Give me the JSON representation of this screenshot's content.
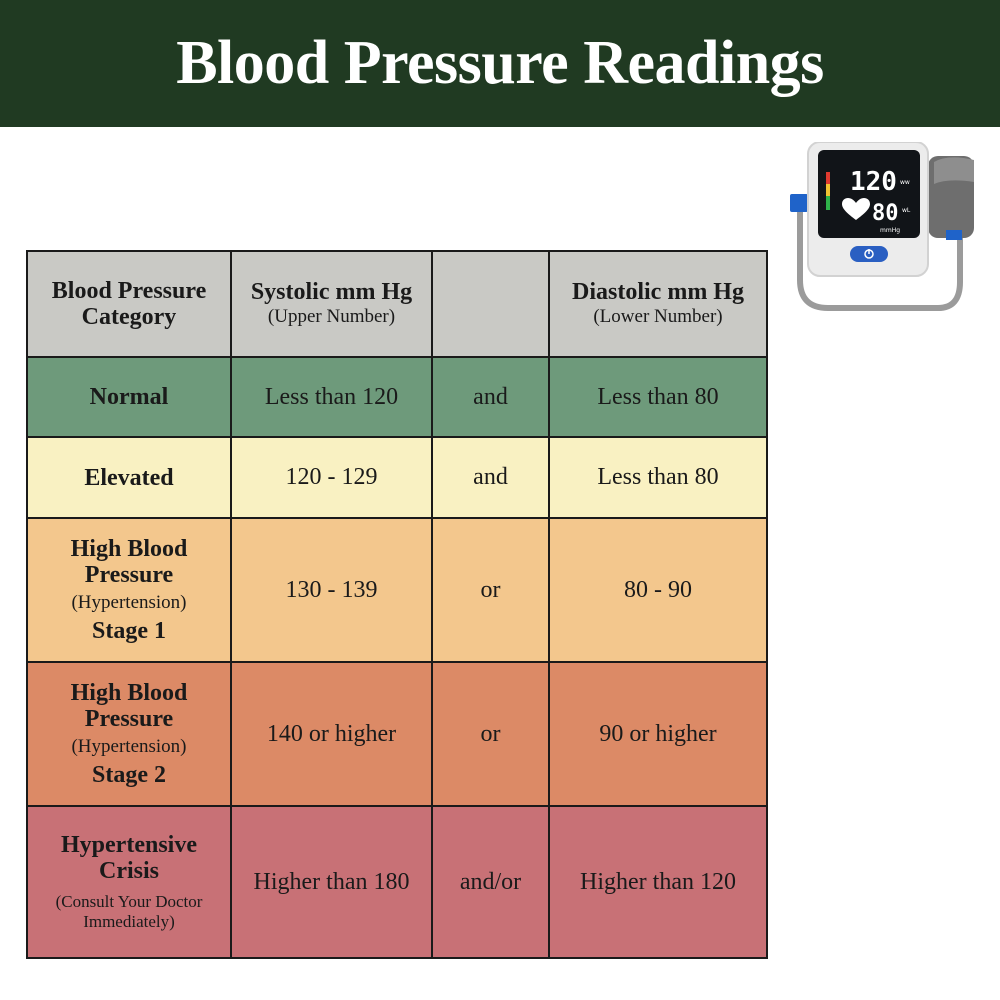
{
  "title": "Blood Pressure Readings",
  "table": {
    "headers": [
      {
        "main": "Blood Pressure Category",
        "sub": ""
      },
      {
        "main": "Systolic mm Hg",
        "sub": "(Upper Number)"
      },
      {
        "main": "",
        "sub": ""
      },
      {
        "main": "Diastolic mm Hg",
        "sub": "(Lower Number)"
      }
    ],
    "rows": [
      {
        "category": "Normal",
        "category_sub": "",
        "category_stage": "",
        "systolic": "Less than 120",
        "connector": "and",
        "diastolic": "Less than 80",
        "color": "#6e9a7b"
      },
      {
        "category": "Elevated",
        "category_sub": "",
        "category_stage": "",
        "systolic": "120 - 129",
        "connector": "and",
        "diastolic": "Less than 80",
        "color": "#f9f1c2"
      },
      {
        "category": "High Blood Pressure",
        "category_sub": "(Hypertension)",
        "category_stage": "Stage 1",
        "systolic": "130 - 139",
        "connector": "or",
        "diastolic": "80 - 90",
        "color": "#f3c78d"
      },
      {
        "category": "High Blood Pressure",
        "category_sub": "(Hypertension)",
        "category_stage": "Stage 2",
        "systolic": "140 or higher",
        "connector": "or",
        "diastolic": "90 or higher",
        "color": "#dc8a66"
      },
      {
        "category": "Hypertensive Crisis",
        "category_sub": "(Consult Your Doctor Immediately)",
        "category_stage": "",
        "systolic": "Higher than 180",
        "connector": "and/or",
        "diastolic": "Higher than 120",
        "color": "#c87176"
      }
    ]
  },
  "monitor": {
    "icon": "blood-pressure-monitor-icon",
    "systolic_display": "120",
    "diastolic_display": "80",
    "unit_display": "mmHg",
    "systolic_marker": "ww",
    "diastolic_marker": "wL"
  },
  "colors": {
    "banner": "#203a22",
    "header_row": "#c9c9c5",
    "normal": "#6e9a7b",
    "elevated": "#f9f1c2",
    "stage1": "#f3c78d",
    "stage2": "#dc8a66",
    "crisis": "#c87176"
  }
}
